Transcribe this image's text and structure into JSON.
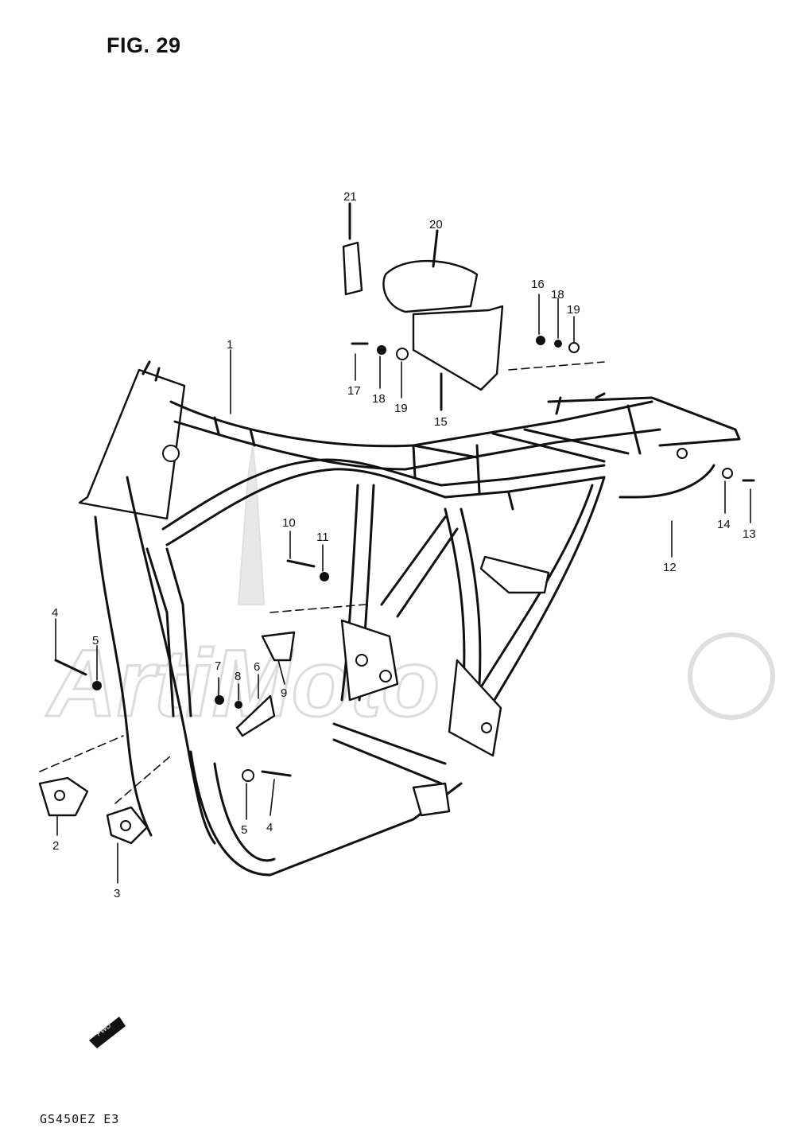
{
  "figure": {
    "title": "FIG. 29",
    "model_code": "GS450EZ  E3"
  },
  "watermark": {
    "brand_text": "ArtiMoto"
  },
  "fwd_label": "FWD",
  "callouts": [
    {
      "id": "c1",
      "label": "1"
    },
    {
      "id": "c2",
      "label": "2"
    },
    {
      "id": "c3",
      "label": "3"
    },
    {
      "id": "c4a",
      "label": "4"
    },
    {
      "id": "c4b",
      "label": "4"
    },
    {
      "id": "c5a",
      "label": "5"
    },
    {
      "id": "c5b",
      "label": "5"
    },
    {
      "id": "c6",
      "label": "6"
    },
    {
      "id": "c7",
      "label": "7"
    },
    {
      "id": "c8",
      "label": "8"
    },
    {
      "id": "c9",
      "label": "9"
    },
    {
      "id": "c10",
      "label": "10"
    },
    {
      "id": "c11",
      "label": "11"
    },
    {
      "id": "c12",
      "label": "12"
    },
    {
      "id": "c13",
      "label": "13"
    },
    {
      "id": "c14",
      "label": "14"
    },
    {
      "id": "c15",
      "label": "15"
    },
    {
      "id": "c16",
      "label": "16"
    },
    {
      "id": "c17",
      "label": "17"
    },
    {
      "id": "c18a",
      "label": "18"
    },
    {
      "id": "c18b",
      "label": "18"
    },
    {
      "id": "c19a",
      "label": "19"
    },
    {
      "id": "c19b",
      "label": "19"
    },
    {
      "id": "c20",
      "label": "20"
    },
    {
      "id": "c21",
      "label": "21"
    }
  ]
}
